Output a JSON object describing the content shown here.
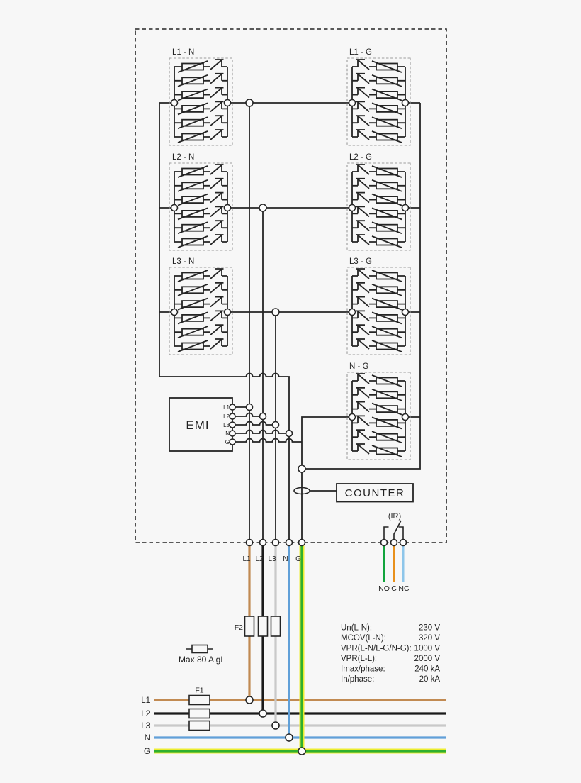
{
  "modules": [
    "L1 - N",
    "L2 - N",
    "L3 - N",
    "L1 - G",
    "L2 - G",
    "L3 - G",
    "N - G"
  ],
  "emi": {
    "label": "EMI",
    "terminals": [
      "L1",
      "L2",
      "L3",
      "N",
      "G"
    ]
  },
  "counter": {
    "label": "COUNTER"
  },
  "relay": {
    "label": "(IR)",
    "contacts": [
      "NO",
      "C",
      "NC"
    ]
  },
  "output_terminals": [
    "L1",
    "L2",
    "L3",
    "N",
    "G"
  ],
  "feeders": [
    "L1",
    "L2",
    "L3",
    "N",
    "G"
  ],
  "fuses": {
    "f1": "F1",
    "f2": "F2",
    "max_rating": "Max 80 A gL"
  },
  "specs": [
    {
      "label": "Un(L-N):",
      "value": "230 V"
    },
    {
      "label": "MCOV(L-N):",
      "value": "320 V"
    },
    {
      "label": "VPR(L-N/L-G/N-G):",
      "value": "1000 V"
    },
    {
      "label": "VPR(L-L):",
      "value": "2000 V"
    },
    {
      "label": "Imax/phase:",
      "value": "240 kA"
    },
    {
      "label": "In/phase:",
      "value": "20 kA"
    }
  ],
  "colors": {
    "schematic": "#252525",
    "l1": "#C18A52",
    "l2": "#1A1A1A",
    "l3": "#C9C9C9",
    "n": "#61A0D8",
    "g_green": "#2FAF2F",
    "g_yellow": "#EDED2F",
    "relay_no": "#12A43C",
    "relay_c": "#E8901C",
    "relay_nc": "#8EC6EA"
  }
}
